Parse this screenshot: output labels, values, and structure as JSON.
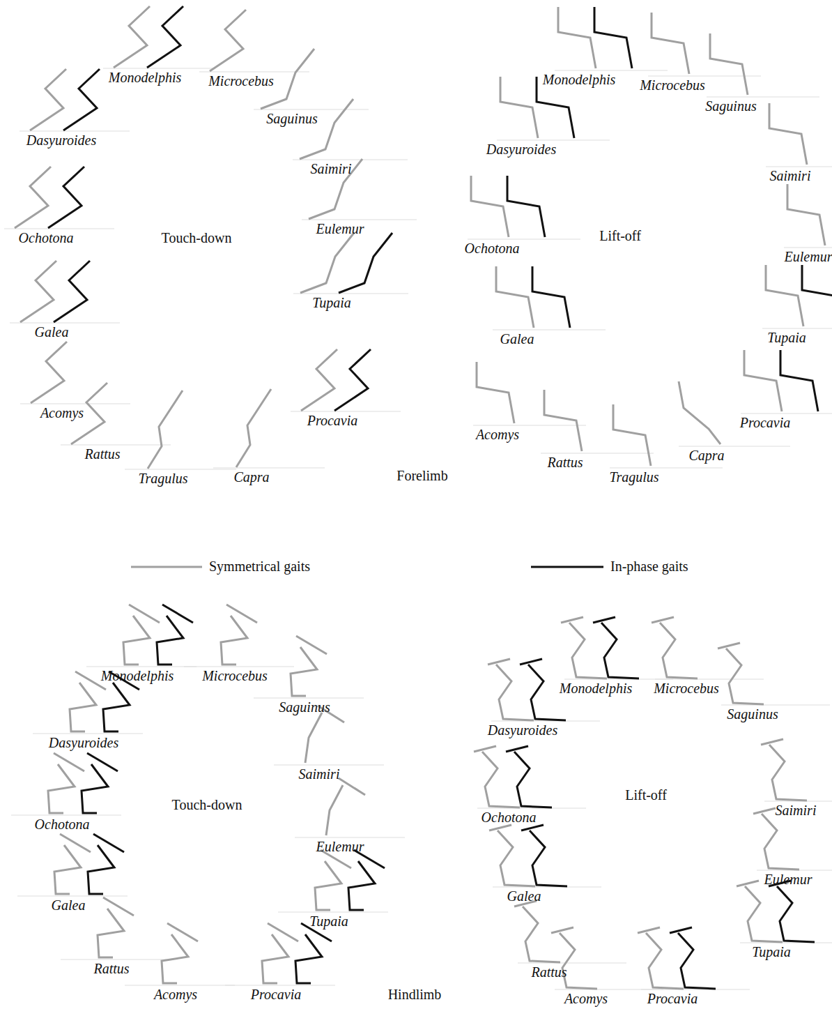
{
  "diagram": {
    "labels": [
      "Monodelphis",
      "Microcebus",
      "Dasyuroides",
      "Saguinus",
      "Saimiri",
      "Ochotona",
      "Touch-down",
      "Eulemur",
      "Tupaia",
      "Galea",
      "Procavia",
      "Acomys",
      "Rattus",
      "Tragulus",
      "Capra",
      "Forelimb",
      "Monodelphis",
      "Microcebus",
      "Saguinus",
      "Dasyuroides",
      "Saimiri",
      "Ochotona",
      "Lift-off",
      "Eulemur",
      "Tupaia",
      "Galea",
      "Procavia",
      "Acomys",
      "Rattus",
      "Tragulus",
      "Capra",
      "Monodelphis",
      "Microcebus",
      "Saguinus",
      "Dasyuroides",
      "Saimiri",
      "Ochotona",
      "Touch-down",
      "Eulemur",
      "Galea",
      "Tupaia",
      "Rattus",
      "Acomys",
      "Procavia",
      "Hindlimb",
      "Monodelphis",
      "Microcebus",
      "Dasyuroides",
      "Saguinus",
      "Saimiri",
      "Ochotona",
      "Lift-off",
      "Eulemur",
      "Galea",
      "Tupaia",
      "Rattus",
      "Acomys",
      "Procavia"
    ],
    "legend": [
      {
        "text": "Symmetrical gaits"
      },
      {
        "text": "In-phase gaits"
      }
    ]
  }
}
